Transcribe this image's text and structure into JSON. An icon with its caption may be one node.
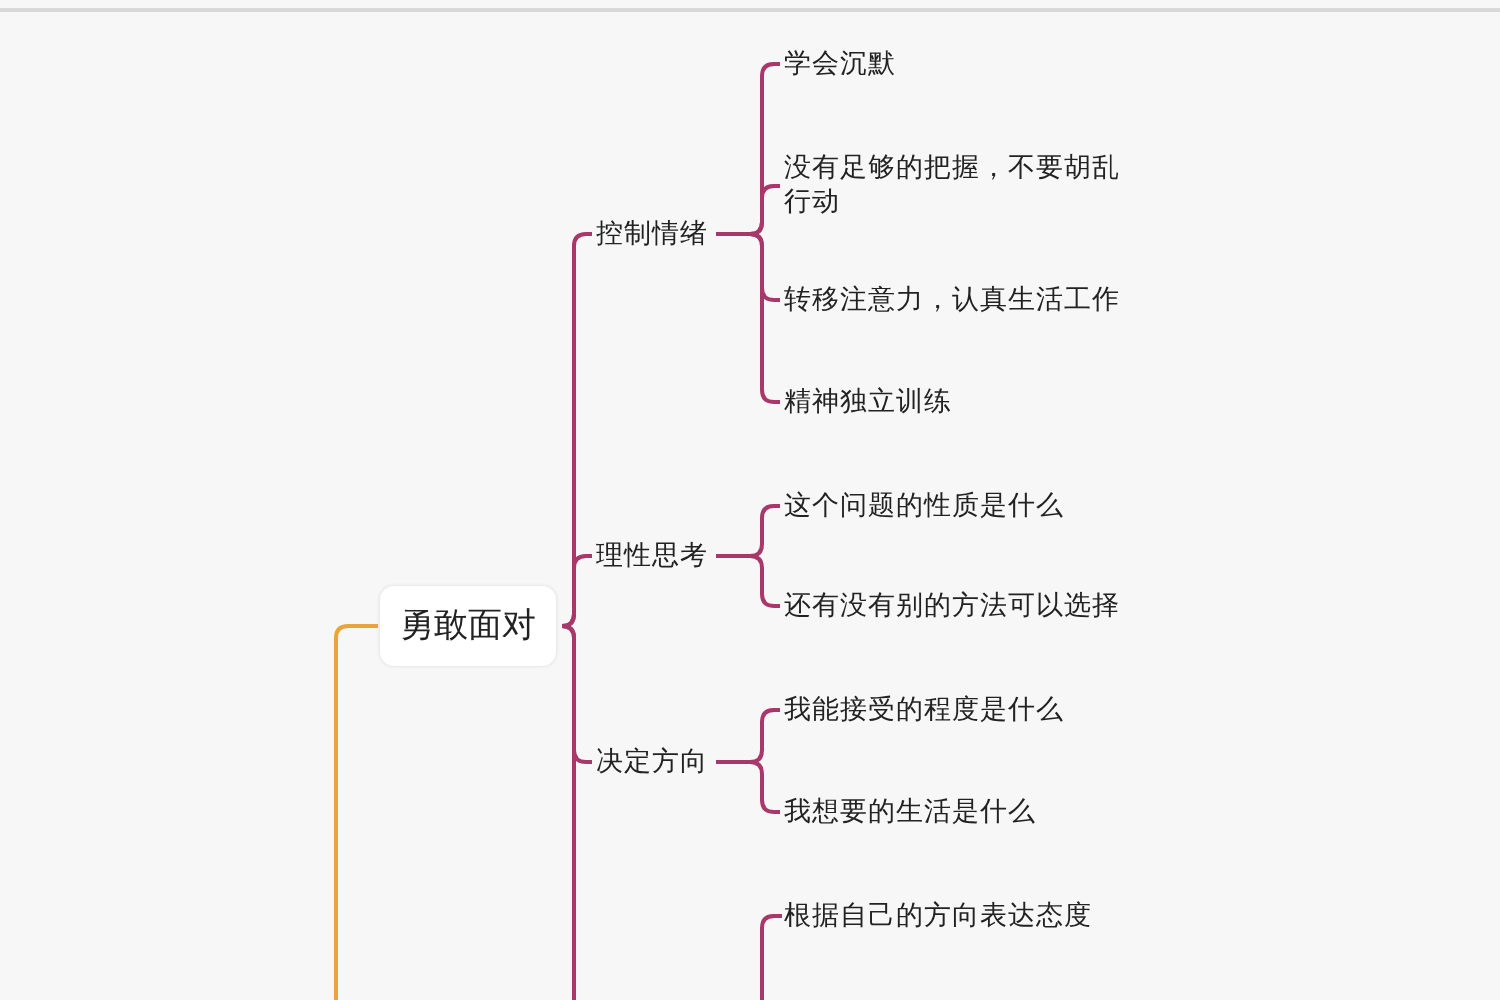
{
  "diagram": {
    "nodes": [
      {
        "text": [
          "勇敢面对"
        ]
      },
      {
        "text": [
          "控制情绪"
        ]
      },
      {
        "text": [
          "学会沉默"
        ]
      },
      {
        "text": [
          "没有足够的把握，不要胡乱行动"
        ]
      },
      {
        "text": [
          "转移注意力，认真生活工作"
        ]
      },
      {
        "text": [
          "精神独立训练"
        ]
      },
      {
        "text": [
          "理性思考"
        ]
      },
      {
        "text": [
          "这个问题的性质是什么"
        ]
      },
      {
        "text": [
          "还有没有别的方法可以选择"
        ]
      },
      {
        "text": [
          "决定方向"
        ]
      },
      {
        "text": [
          "我能接受的程度是什么"
        ]
      },
      {
        "text": [
          "我想要的生活是什么"
        ]
      },
      {
        "text": [
          "根据自己的方向表达态度"
        ]
      }
    ],
    "edges": [
      {
        "from": null,
        "to": 0,
        "arrow": "none",
        "color": "#e9a53c"
      },
      {
        "from": 0,
        "to": 1,
        "arrow": "none"
      },
      {
        "from": 0,
        "to": 6,
        "arrow": "none"
      },
      {
        "from": 0,
        "to": 9,
        "arrow": "none"
      },
      {
        "from": 0,
        "to": null,
        "arrow": "none"
      },
      {
        "from": 1,
        "to": 2,
        "arrow": "none"
      },
      {
        "from": 1,
        "to": 3,
        "arrow": "none"
      },
      {
        "from": 1,
        "to": 4,
        "arrow": "none"
      },
      {
        "from": 1,
        "to": 5,
        "arrow": "none"
      },
      {
        "from": 6,
        "to": 7,
        "arrow": "none"
      },
      {
        "from": 6,
        "to": 8,
        "arrow": "none"
      },
      {
        "from": 9,
        "to": 10,
        "arrow": "none"
      },
      {
        "from": 9,
        "to": 11,
        "arrow": "none"
      },
      {
        "from": null,
        "to": 12,
        "arrow": "none"
      }
    ]
  }
}
